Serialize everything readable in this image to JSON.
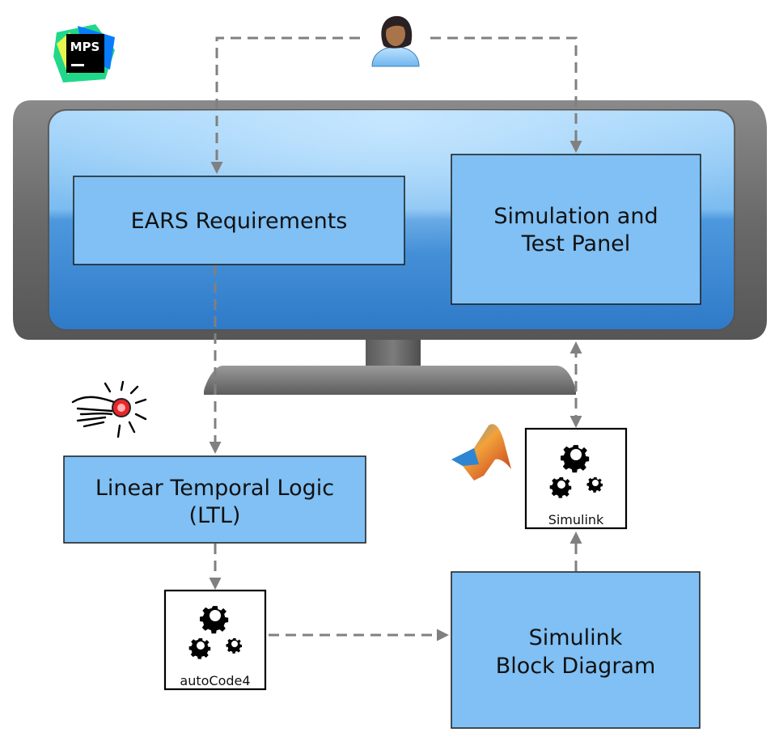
{
  "logo": {
    "text": "MPS",
    "colors": [
      "#21d789",
      "#087cfa",
      "#fcf84a",
      "#000000"
    ]
  },
  "boxes": {
    "ears": {
      "label": "EARS Requirements"
    },
    "simulation_panel": {
      "lines": [
        "Simulation and",
        "Test Panel"
      ]
    },
    "ltl": {
      "lines": [
        "Linear Temporal Logic",
        "(LTL)"
      ]
    },
    "simulink_block_diagram": {
      "lines": [
        "Simulink",
        "Block Diagram"
      ]
    }
  },
  "tools": {
    "simulink": {
      "label": "Simulink",
      "icon": "gears-icon"
    },
    "autocode": {
      "label": "autoCode4",
      "icon": "gears-icon"
    }
  },
  "icons": {
    "user": "user-icon",
    "click": "finger-click-icon",
    "matlab": "matlab-logo-icon",
    "monitor": "monitor-icon"
  },
  "colors": {
    "box_fill": "#80c0f4",
    "box_stroke": "#1a1a1a",
    "connector": "#808080",
    "monitor_frame": "#6e6e6e",
    "screen": "#4f9be0"
  }
}
